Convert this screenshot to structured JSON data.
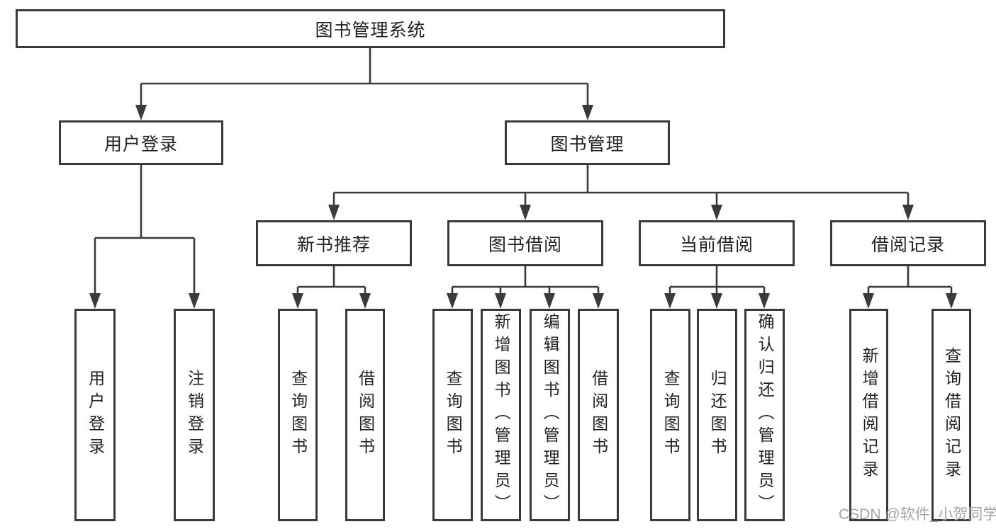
{
  "nodes": {
    "root": "图书管理系统",
    "user_login": "用户登录",
    "book_management": "图书管理",
    "new_book_recommend": "新书推荐",
    "book_borrow": "图书借阅",
    "current_borrow": "当前借阅",
    "borrow_record": "借阅记录"
  },
  "leaves": {
    "user_login": "用户登录",
    "logout": "注销登录",
    "recommend_query_book": "查询图书",
    "recommend_borrow_book": "借阅图书",
    "borrow_query_book": "查询图书",
    "borrow_add_book_admin": "新增图书（管理员）",
    "borrow_edit_book_admin": "编辑图书（管理员）",
    "borrow_borrow_book": "借阅图书",
    "current_query_book": "查询图书",
    "current_return_book": "归还图书",
    "current_confirm_return_admin": "确认归还（管理员）",
    "record_add_record": "新增借阅记录",
    "record_query_record": "查询借阅记录"
  },
  "hierarchy": {
    "图书管理系统": {
      "用户登录": [
        "用户登录",
        "注销登录"
      ],
      "图书管理": {
        "新书推荐": [
          "查询图书",
          "借阅图书"
        ],
        "图书借阅": [
          "查询图书",
          "新增图书（管理员）",
          "编辑图书（管理员）",
          "借阅图书"
        ],
        "当前借阅": [
          "查询图书",
          "归还图书",
          "确认归还（管理员）"
        ],
        "借阅记录": [
          "新增借阅记录",
          "查询借阅记录"
        ]
      }
    }
  },
  "watermark": "CSDN @软件_小贺同学",
  "colors": {
    "line": "#3a3a3a",
    "text": "#222222",
    "background": "#ffffff",
    "watermark": "#a6a6a6"
  }
}
